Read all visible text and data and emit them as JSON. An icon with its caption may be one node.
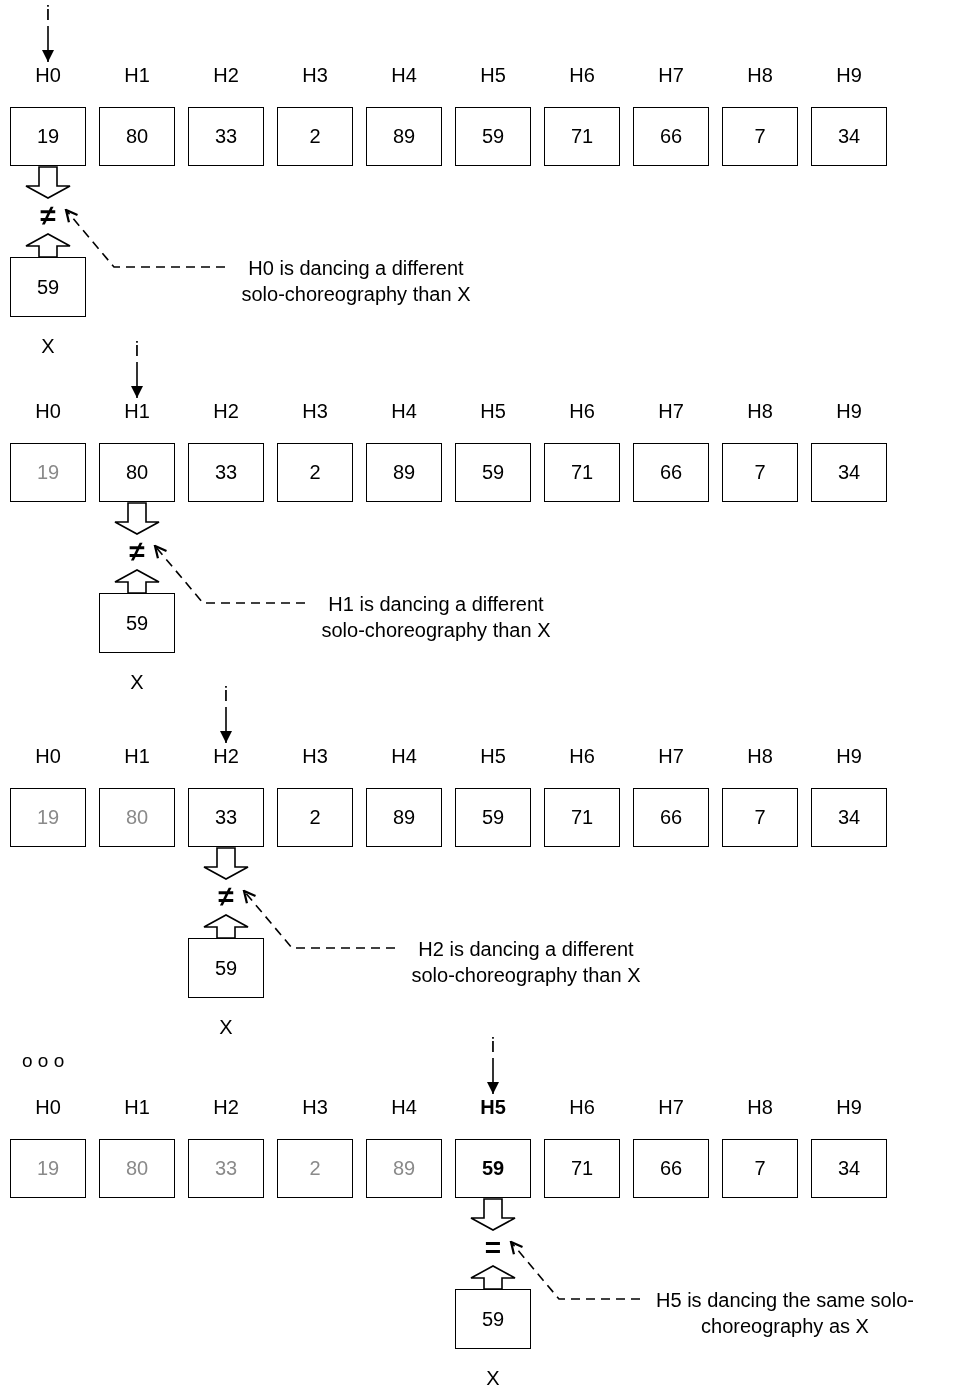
{
  "diagram": {
    "nodes": [
      {
        "text": [
          "i"
        ]
      },
      {
        "text": [
          "H0",
          "19"
        ]
      },
      {
        "text": [
          "H1",
          "80"
        ]
      },
      {
        "text": [
          "H2",
          "33"
        ]
      },
      {
        "text": [
          "H3",
          "2"
        ]
      },
      {
        "text": [
          "H4",
          "89"
        ]
      },
      {
        "text": [
          "H5",
          "59"
        ]
      },
      {
        "text": [
          "H6",
          "71"
        ]
      },
      {
        "text": [
          "H7",
          "66"
        ]
      },
      {
        "text": [
          "H8",
          "7"
        ]
      },
      {
        "text": [
          "H9",
          "34"
        ]
      },
      {
        "text": [
          "≠"
        ]
      },
      {
        "text": [
          "59",
          "X"
        ]
      },
      {
        "text": [
          "H0 is dancing a different solo-choreography than X"
        ]
      },
      {
        "text": [
          "i"
        ]
      },
      {
        "text": [
          "H0",
          "19"
        ]
      },
      {
        "text": [
          "H1",
          "80"
        ]
      },
      {
        "text": [
          "H2",
          "33"
        ]
      },
      {
        "text": [
          "H3",
          "2"
        ]
      },
      {
        "text": [
          "H4",
          "89"
        ]
      },
      {
        "text": [
          "H5",
          "59"
        ]
      },
      {
        "text": [
          "H6",
          "71"
        ]
      },
      {
        "text": [
          "H7",
          "66"
        ]
      },
      {
        "text": [
          "H8",
          "7"
        ]
      },
      {
        "text": [
          "H9",
          "34"
        ]
      },
      {
        "text": [
          "≠"
        ]
      },
      {
        "text": [
          "59",
          "X"
        ]
      },
      {
        "text": [
          "H1 is dancing a different solo-choreography than X"
        ]
      },
      {
        "text": [
          "i"
        ]
      },
      {
        "text": [
          "H0",
          "19"
        ]
      },
      {
        "text": [
          "H1",
          "80"
        ]
      },
      {
        "text": [
          "H2",
          "33"
        ]
      },
      {
        "text": [
          "H3",
          "2"
        ]
      },
      {
        "text": [
          "H4",
          "89"
        ]
      },
      {
        "text": [
          "H5",
          "59"
        ]
      },
      {
        "text": [
          "H6",
          "71"
        ]
      },
      {
        "text": [
          "H7",
          "66"
        ]
      },
      {
        "text": [
          "H8",
          "7"
        ]
      },
      {
        "text": [
          "H9",
          "34"
        ]
      },
      {
        "text": [
          "≠"
        ]
      },
      {
        "text": [
          "59",
          "X"
        ]
      },
      {
        "text": [
          "H2 is dancing a different solo-choreography than X"
        ]
      },
      {
        "text": [
          "i"
        ]
      },
      {
        "text": [
          "H0",
          "19"
        ]
      },
      {
        "text": [
          "H1",
          "80"
        ]
      },
      {
        "text": [
          "H2",
          "33"
        ]
      },
      {
        "text": [
          "H3",
          "2"
        ]
      },
      {
        "text": [
          "H4",
          "89"
        ]
      },
      {
        "text": [
          "H5",
          "59"
        ]
      },
      {
        "text": [
          "H6",
          "71"
        ]
      },
      {
        "text": [
          "H7",
          "66"
        ]
      },
      {
        "text": [
          "H8",
          "7"
        ]
      },
      {
        "text": [
          "H9",
          "34"
        ]
      },
      {
        "text": [
          "="
        ]
      },
      {
        "text": [
          "59",
          "X"
        ]
      },
      {
        "text": [
          "H5 is dancing the same solo-choreography as X"
        ]
      }
    ],
    "edges": [
      {
        "from": 0,
        "to": 1,
        "arrow": "to"
      },
      {
        "from": 1,
        "to": 11,
        "arrow": "to",
        "style": "thick"
      },
      {
        "from": 12,
        "to": 11,
        "arrow": "to",
        "style": "thick"
      },
      {
        "from": 13,
        "to": 11,
        "arrow": "to",
        "style": "dashed"
      },
      {
        "from": 14,
        "to": 16,
        "arrow": "to"
      },
      {
        "from": 16,
        "to": 25,
        "arrow": "to",
        "style": "thick"
      },
      {
        "from": 26,
        "to": 25,
        "arrow": "to",
        "style": "thick"
      },
      {
        "from": 27,
        "to": 25,
        "arrow": "to",
        "style": "dashed"
      },
      {
        "from": 28,
        "to": 31,
        "arrow": "to"
      },
      {
        "from": 31,
        "to": 39,
        "arrow": "to",
        "style": "thick"
      },
      {
        "from": 40,
        "to": 39,
        "arrow": "to",
        "style": "thick"
      },
      {
        "from": 41,
        "to": 39,
        "arrow": "to",
        "style": "dashed"
      },
      {
        "from": 42,
        "to": 48,
        "arrow": "to"
      },
      {
        "from": 48,
        "to": 53,
        "arrow": "to",
        "style": "thick"
      },
      {
        "from": 54,
        "to": 53,
        "arrow": "to",
        "style": "thick"
      },
      {
        "from": 55,
        "to": 53,
        "arrow": "to",
        "style": "dashed"
      }
    ],
    "labels": [
      "o o o"
    ]
  }
}
